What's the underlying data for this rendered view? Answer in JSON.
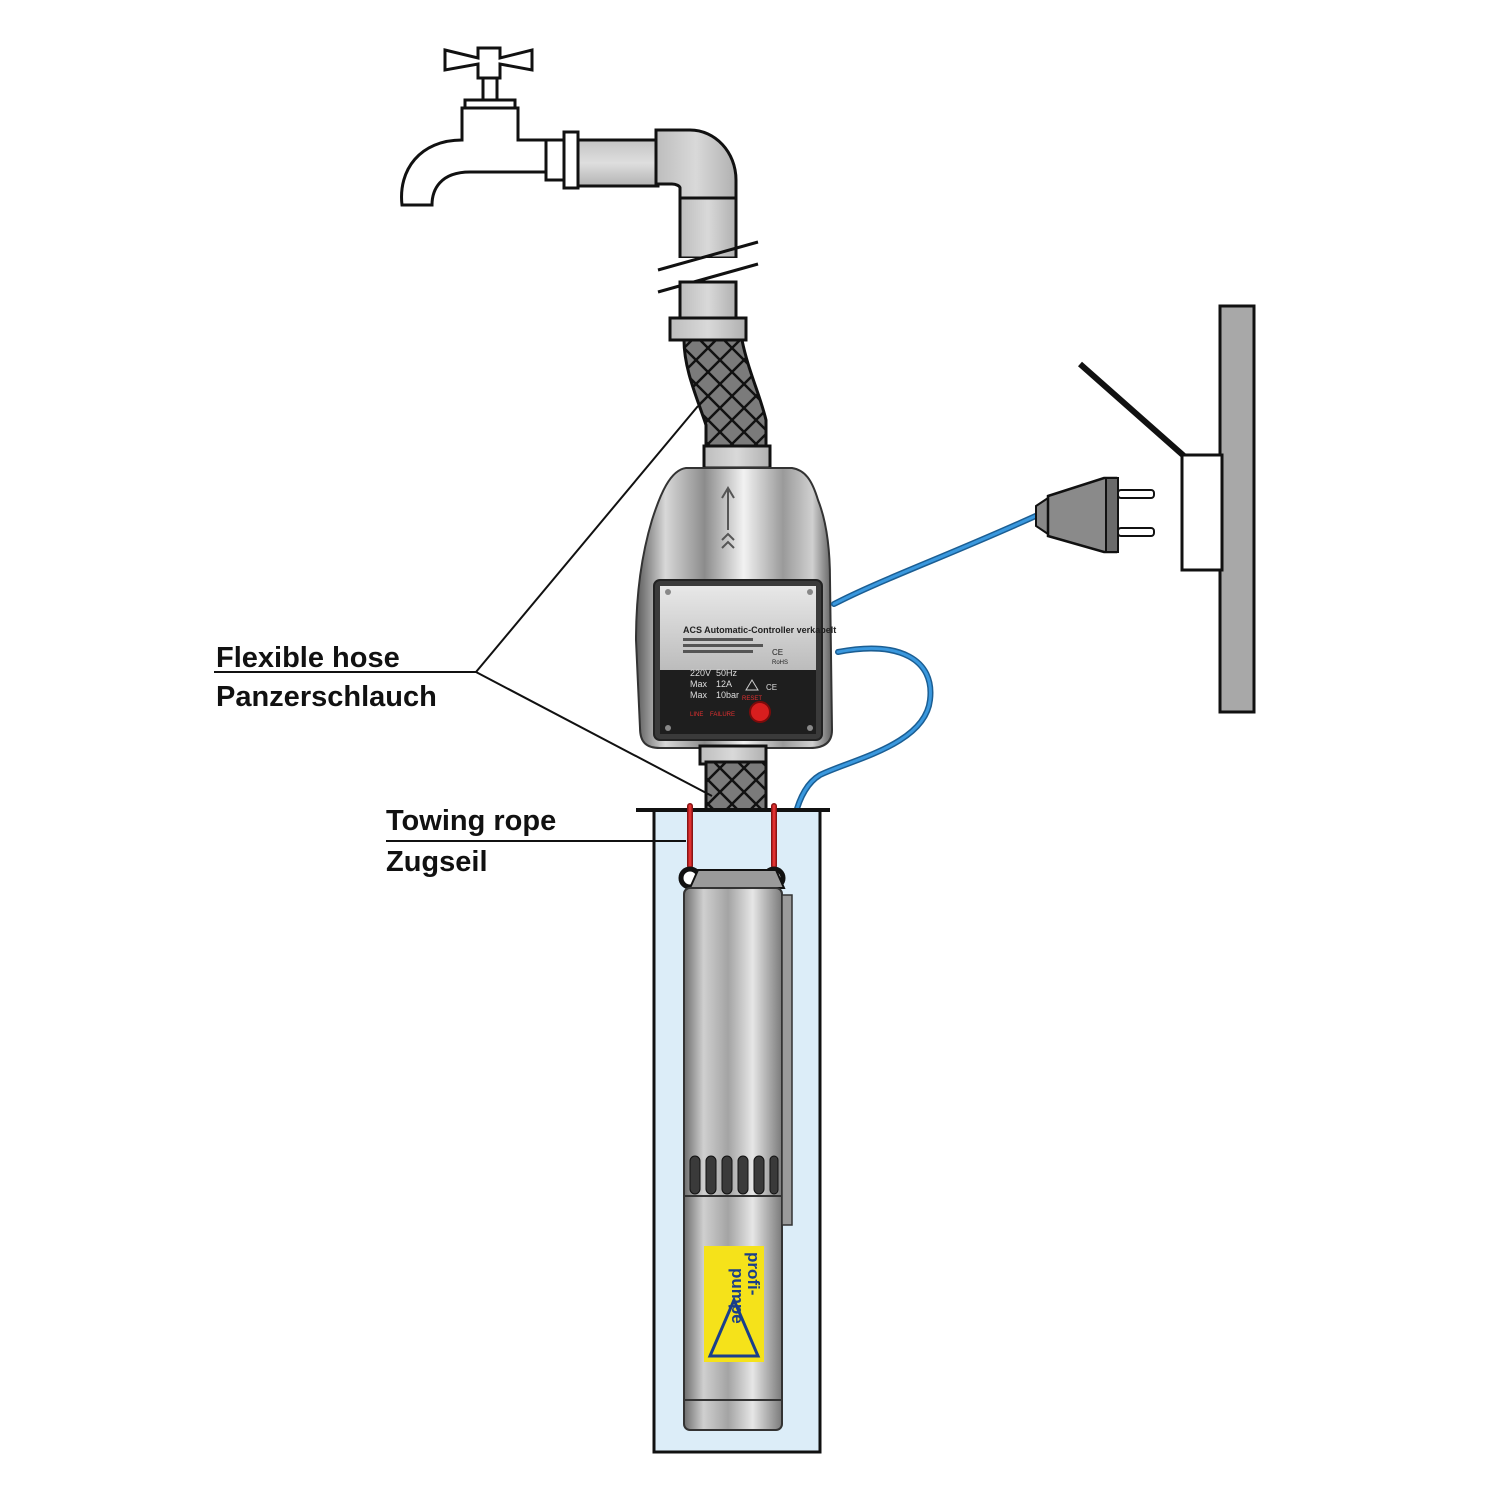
{
  "labels": {
    "hose_en": "Flexible hose",
    "hose_de": "Panzerschlauch",
    "rope_en": "Towing rope",
    "rope_de": "Zugseil"
  },
  "controller": {
    "title": "ACS Automatic-Controller verkabelt",
    "voltage": "220V",
    "frequency": "50Hz",
    "max_label_1": "Max",
    "max_current": "12A",
    "max_label_2": "Max",
    "max_pressure": "10bar",
    "ce_mark": "CE",
    "rohs_mark": "RoHS",
    "led_line": "LINE",
    "led_failure": "FAILURE",
    "reset_label": "RESET"
  },
  "brand_logo": "profi-pumpe",
  "colors": {
    "cable": "#2e86c9",
    "rope": "#d21f1f",
    "well_water": "#dcedf8",
    "logo_yellow": "#f5e21a",
    "wall": "#a8a8a8"
  },
  "icons": [
    "water-tap-icon",
    "power-plug-icon",
    "wall-socket-icon",
    "reset-button-icon"
  ]
}
